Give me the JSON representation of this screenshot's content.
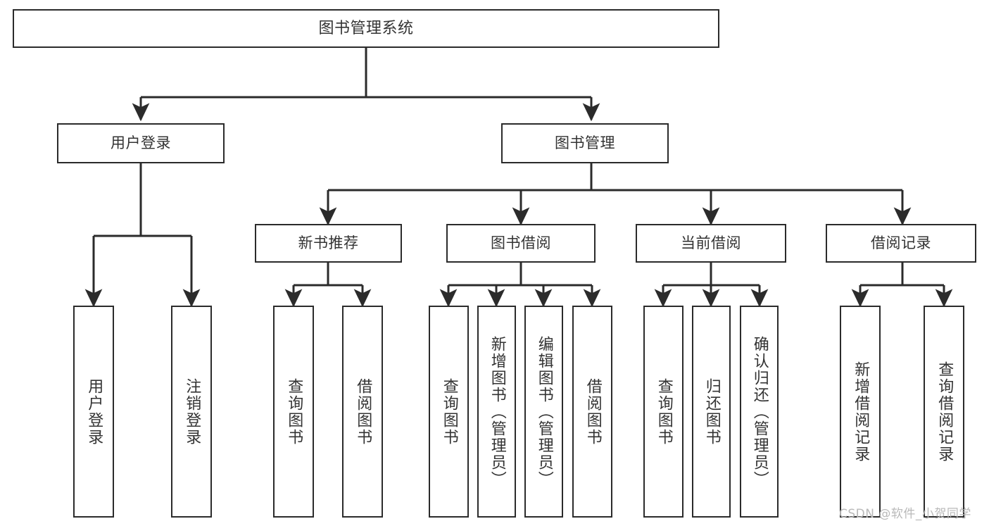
{
  "diagram": {
    "title": "图书管理系统",
    "type": "tree",
    "colors": {
      "background": "#ffffff",
      "box_border": "#2b2b2b",
      "box_fill": "#ffffff",
      "text": "#333333",
      "edge": "#2b2b2b",
      "watermark": "#b9b9b9"
    }
  },
  "nodes": {
    "root": {
      "label": "图书管理系统",
      "level": 1,
      "orientation": "horizontal"
    },
    "l2": [
      {
        "id": "user-login",
        "label": "用户登录",
        "level": 2,
        "orientation": "horizontal"
      },
      {
        "id": "book-manage",
        "label": "图书管理",
        "level": 2,
        "orientation": "horizontal"
      }
    ],
    "l3": [
      {
        "id": "new-book-recommend",
        "label": "新书推荐",
        "level": 3,
        "orientation": "horizontal",
        "parent": "book-manage"
      },
      {
        "id": "book-borrow",
        "label": "图书借阅",
        "level": 3,
        "orientation": "horizontal",
        "parent": "book-manage"
      },
      {
        "id": "current-borrow",
        "label": "当前借阅",
        "level": 3,
        "orientation": "horizontal",
        "parent": "book-manage"
      },
      {
        "id": "borrow-record",
        "label": "借阅记录",
        "level": 3,
        "orientation": "horizontal",
        "parent": "book-manage"
      }
    ],
    "leaves": [
      {
        "id": "leaf-user-login",
        "label": "用户登录",
        "parent": "user-login",
        "orientation": "vertical"
      },
      {
        "id": "leaf-logout-login",
        "label": "注销登录",
        "parent": "user-login",
        "orientation": "vertical"
      },
      {
        "id": "leaf-query-book-1",
        "label": "查询图书",
        "parent": "new-book-recommend",
        "orientation": "vertical"
      },
      {
        "id": "leaf-borrow-book-1",
        "label": "借阅图书",
        "parent": "new-book-recommend",
        "orientation": "vertical"
      },
      {
        "id": "leaf-query-book-2",
        "label": "查询图书",
        "parent": "book-borrow",
        "orientation": "vertical"
      },
      {
        "id": "leaf-add-book",
        "label": "新增图书（管理员）",
        "parent": "book-borrow",
        "orientation": "vertical"
      },
      {
        "id": "leaf-edit-book",
        "label": "编辑图书（管理员）",
        "parent": "book-borrow",
        "orientation": "vertical"
      },
      {
        "id": "leaf-borrow-book-2",
        "label": "借阅图书",
        "parent": "book-borrow",
        "orientation": "vertical"
      },
      {
        "id": "leaf-query-book-3",
        "label": "查询图书",
        "parent": "current-borrow",
        "orientation": "vertical"
      },
      {
        "id": "leaf-return-book",
        "label": "归还图书",
        "parent": "current-borrow",
        "orientation": "vertical"
      },
      {
        "id": "leaf-confirm-return",
        "label": "确认归还（管理员）",
        "parent": "current-borrow",
        "orientation": "vertical"
      },
      {
        "id": "leaf-add-borrow-record",
        "label": "新增借阅记录",
        "parent": "borrow-record",
        "orientation": "vertical"
      },
      {
        "id": "leaf-query-borrow-record",
        "label": "查询借阅记录",
        "parent": "borrow-record",
        "orientation": "vertical"
      }
    ]
  },
  "watermark": {
    "text": "CSDN @软件_小贺同学"
  }
}
